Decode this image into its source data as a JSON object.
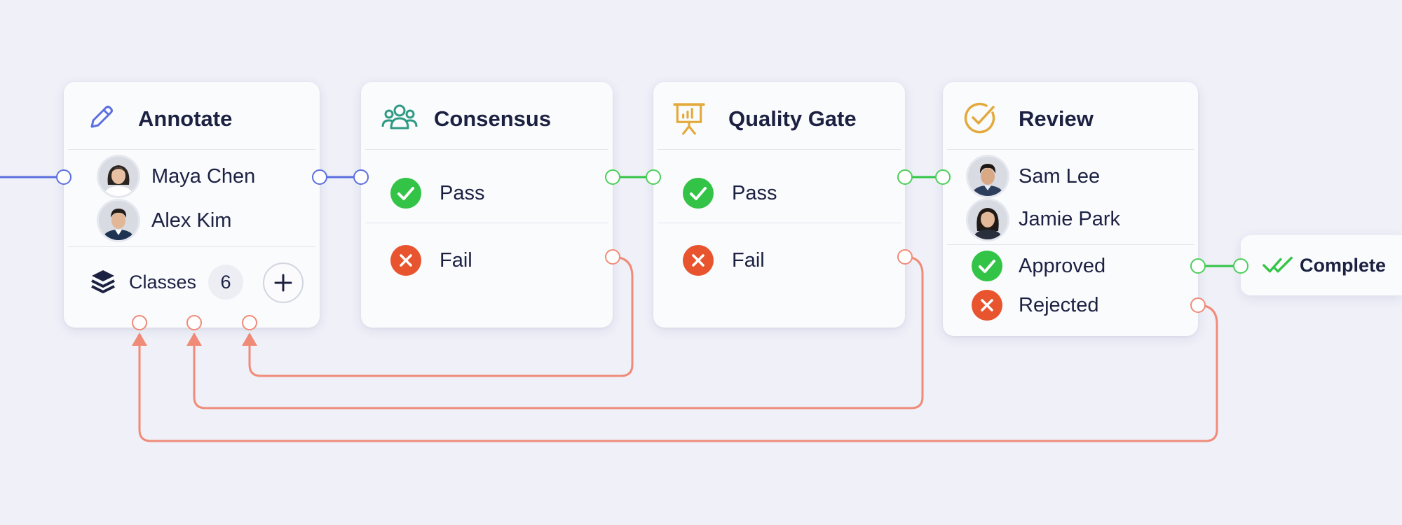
{
  "annotate": {
    "title": "Annotate",
    "icon": "pencil-icon",
    "annotators": [
      {
        "name": "Maya Chen",
        "icon": "avatar-woman"
      },
      {
        "name": "Alex Kim",
        "icon": "avatar-man"
      }
    ],
    "classes_label": "Classes",
    "classes_count": "6",
    "classes_icon": "layers-icon",
    "add_icon": "plus-icon"
  },
  "consensus": {
    "title": "Consensus",
    "icon": "users-icon",
    "pass_label": "Pass",
    "fail_label": "Fail"
  },
  "quality_gate": {
    "title": "Quality Gate",
    "icon": "presentation-chart-icon",
    "pass_label": "Pass",
    "fail_label": "Fail"
  },
  "review": {
    "title": "Review",
    "icon": "check-circle-icon",
    "reviewers": [
      {
        "name": "Sam Lee",
        "icon": "avatar-man"
      },
      {
        "name": "Jamie Park",
        "icon": "avatar-woman"
      }
    ],
    "approved_label": "Approved",
    "rejected_label": "Rejected"
  },
  "complete": {
    "label": "Complete",
    "icon": "double-check-icon"
  },
  "colors": {
    "flow_blue": "#5b6fe0",
    "pass_green": "#33c447",
    "fail_red": "#e8542e",
    "reject_wire": "#f08b78",
    "review_gold": "#e3a93a",
    "consensus_teal": "#2f9a83",
    "title_navy": "#1c2142"
  }
}
